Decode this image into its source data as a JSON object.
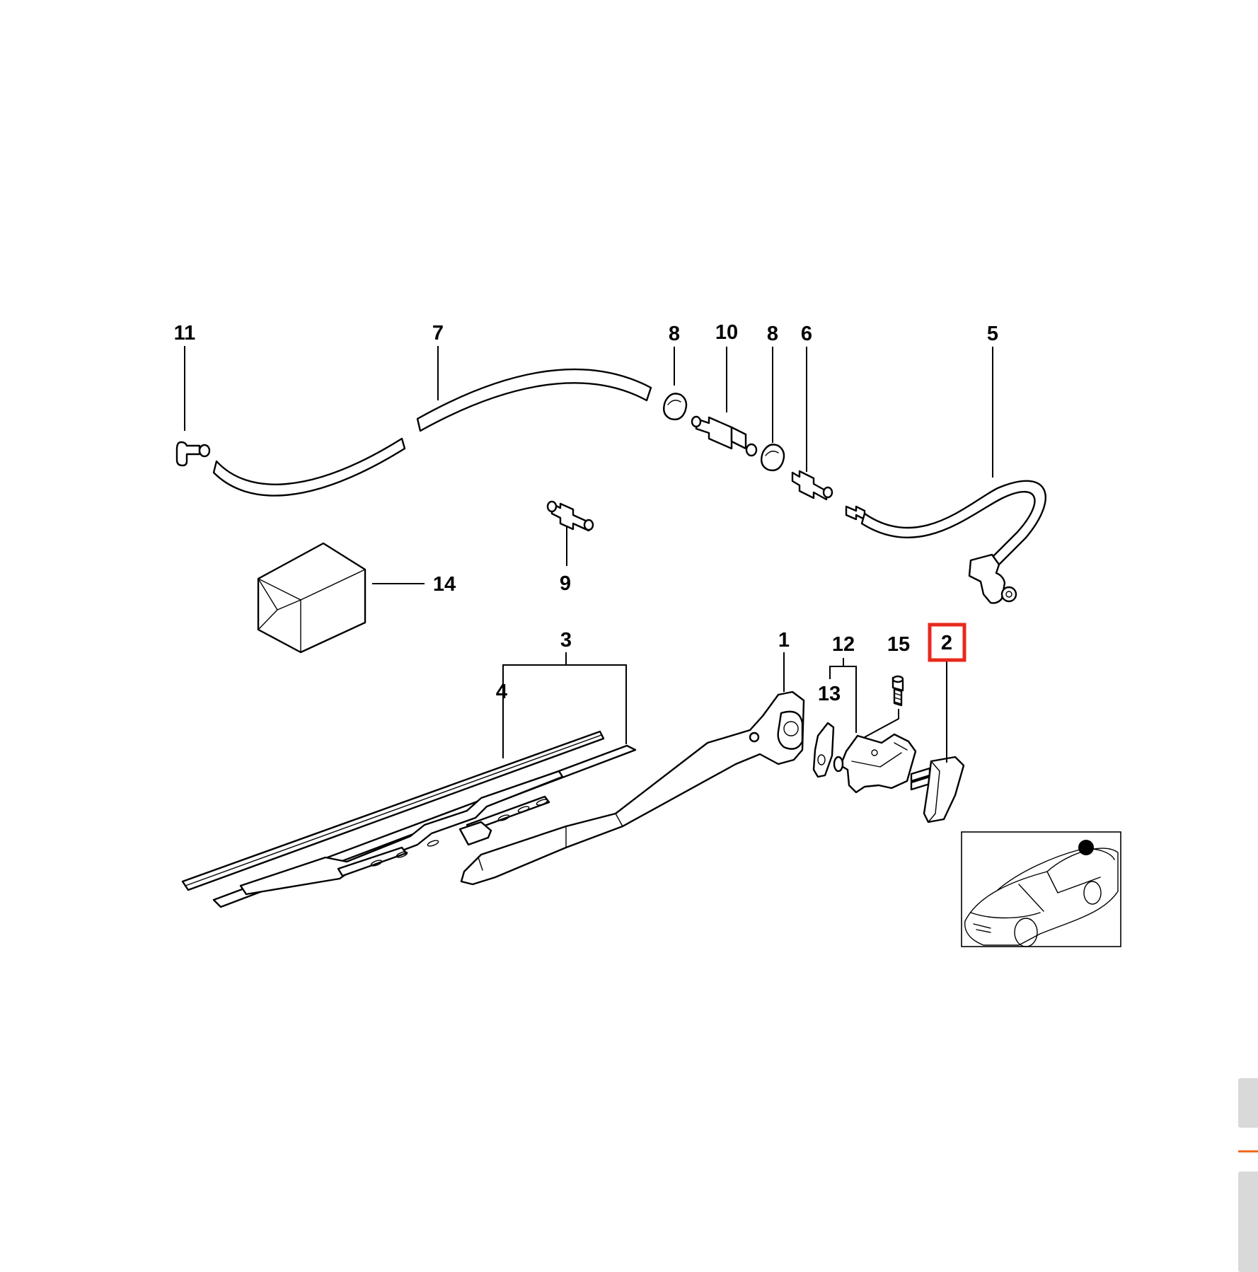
{
  "diagram": {
    "callouts": {
      "c1": "1",
      "c2": "2",
      "c3": "3",
      "c4": "4",
      "c5": "5",
      "c6": "6",
      "c7": "7",
      "c8a": "8",
      "c8b": "8",
      "c9": "9",
      "c10": "10",
      "c11": "11",
      "c12": "12",
      "c13": "13",
      "c14": "14",
      "c15": "15"
    },
    "highlighted_callout": "2",
    "highlight_color": "#e8291c",
    "line_color": "#000000",
    "background_color": "#ffffff"
  }
}
